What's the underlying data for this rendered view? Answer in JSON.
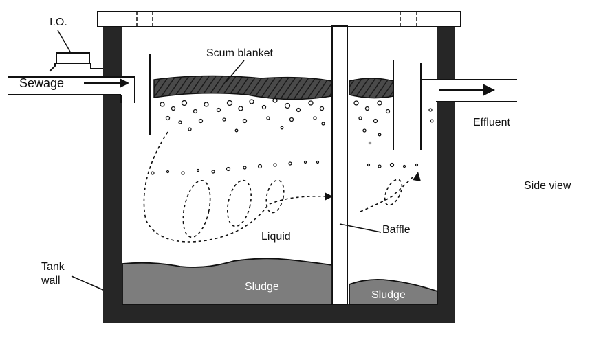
{
  "labels": {
    "io": "I.O.",
    "sewage": "Sewage",
    "scum_blanket": "Scum blanket",
    "effluent": "Effluent",
    "side_view": "Side view",
    "baffle": "Baffle",
    "liquid": "Liquid",
    "tank_wall_line1": "Tank",
    "tank_wall_line2": "wall",
    "sludge_main": "Sludge",
    "sludge_outlet": "Sludge"
  },
  "colors": {
    "tank_wall": "#262626",
    "ink": "#111111",
    "sludge": "#7d7d7d",
    "scum": "#3a3a3a",
    "paper": "#ffffff"
  }
}
